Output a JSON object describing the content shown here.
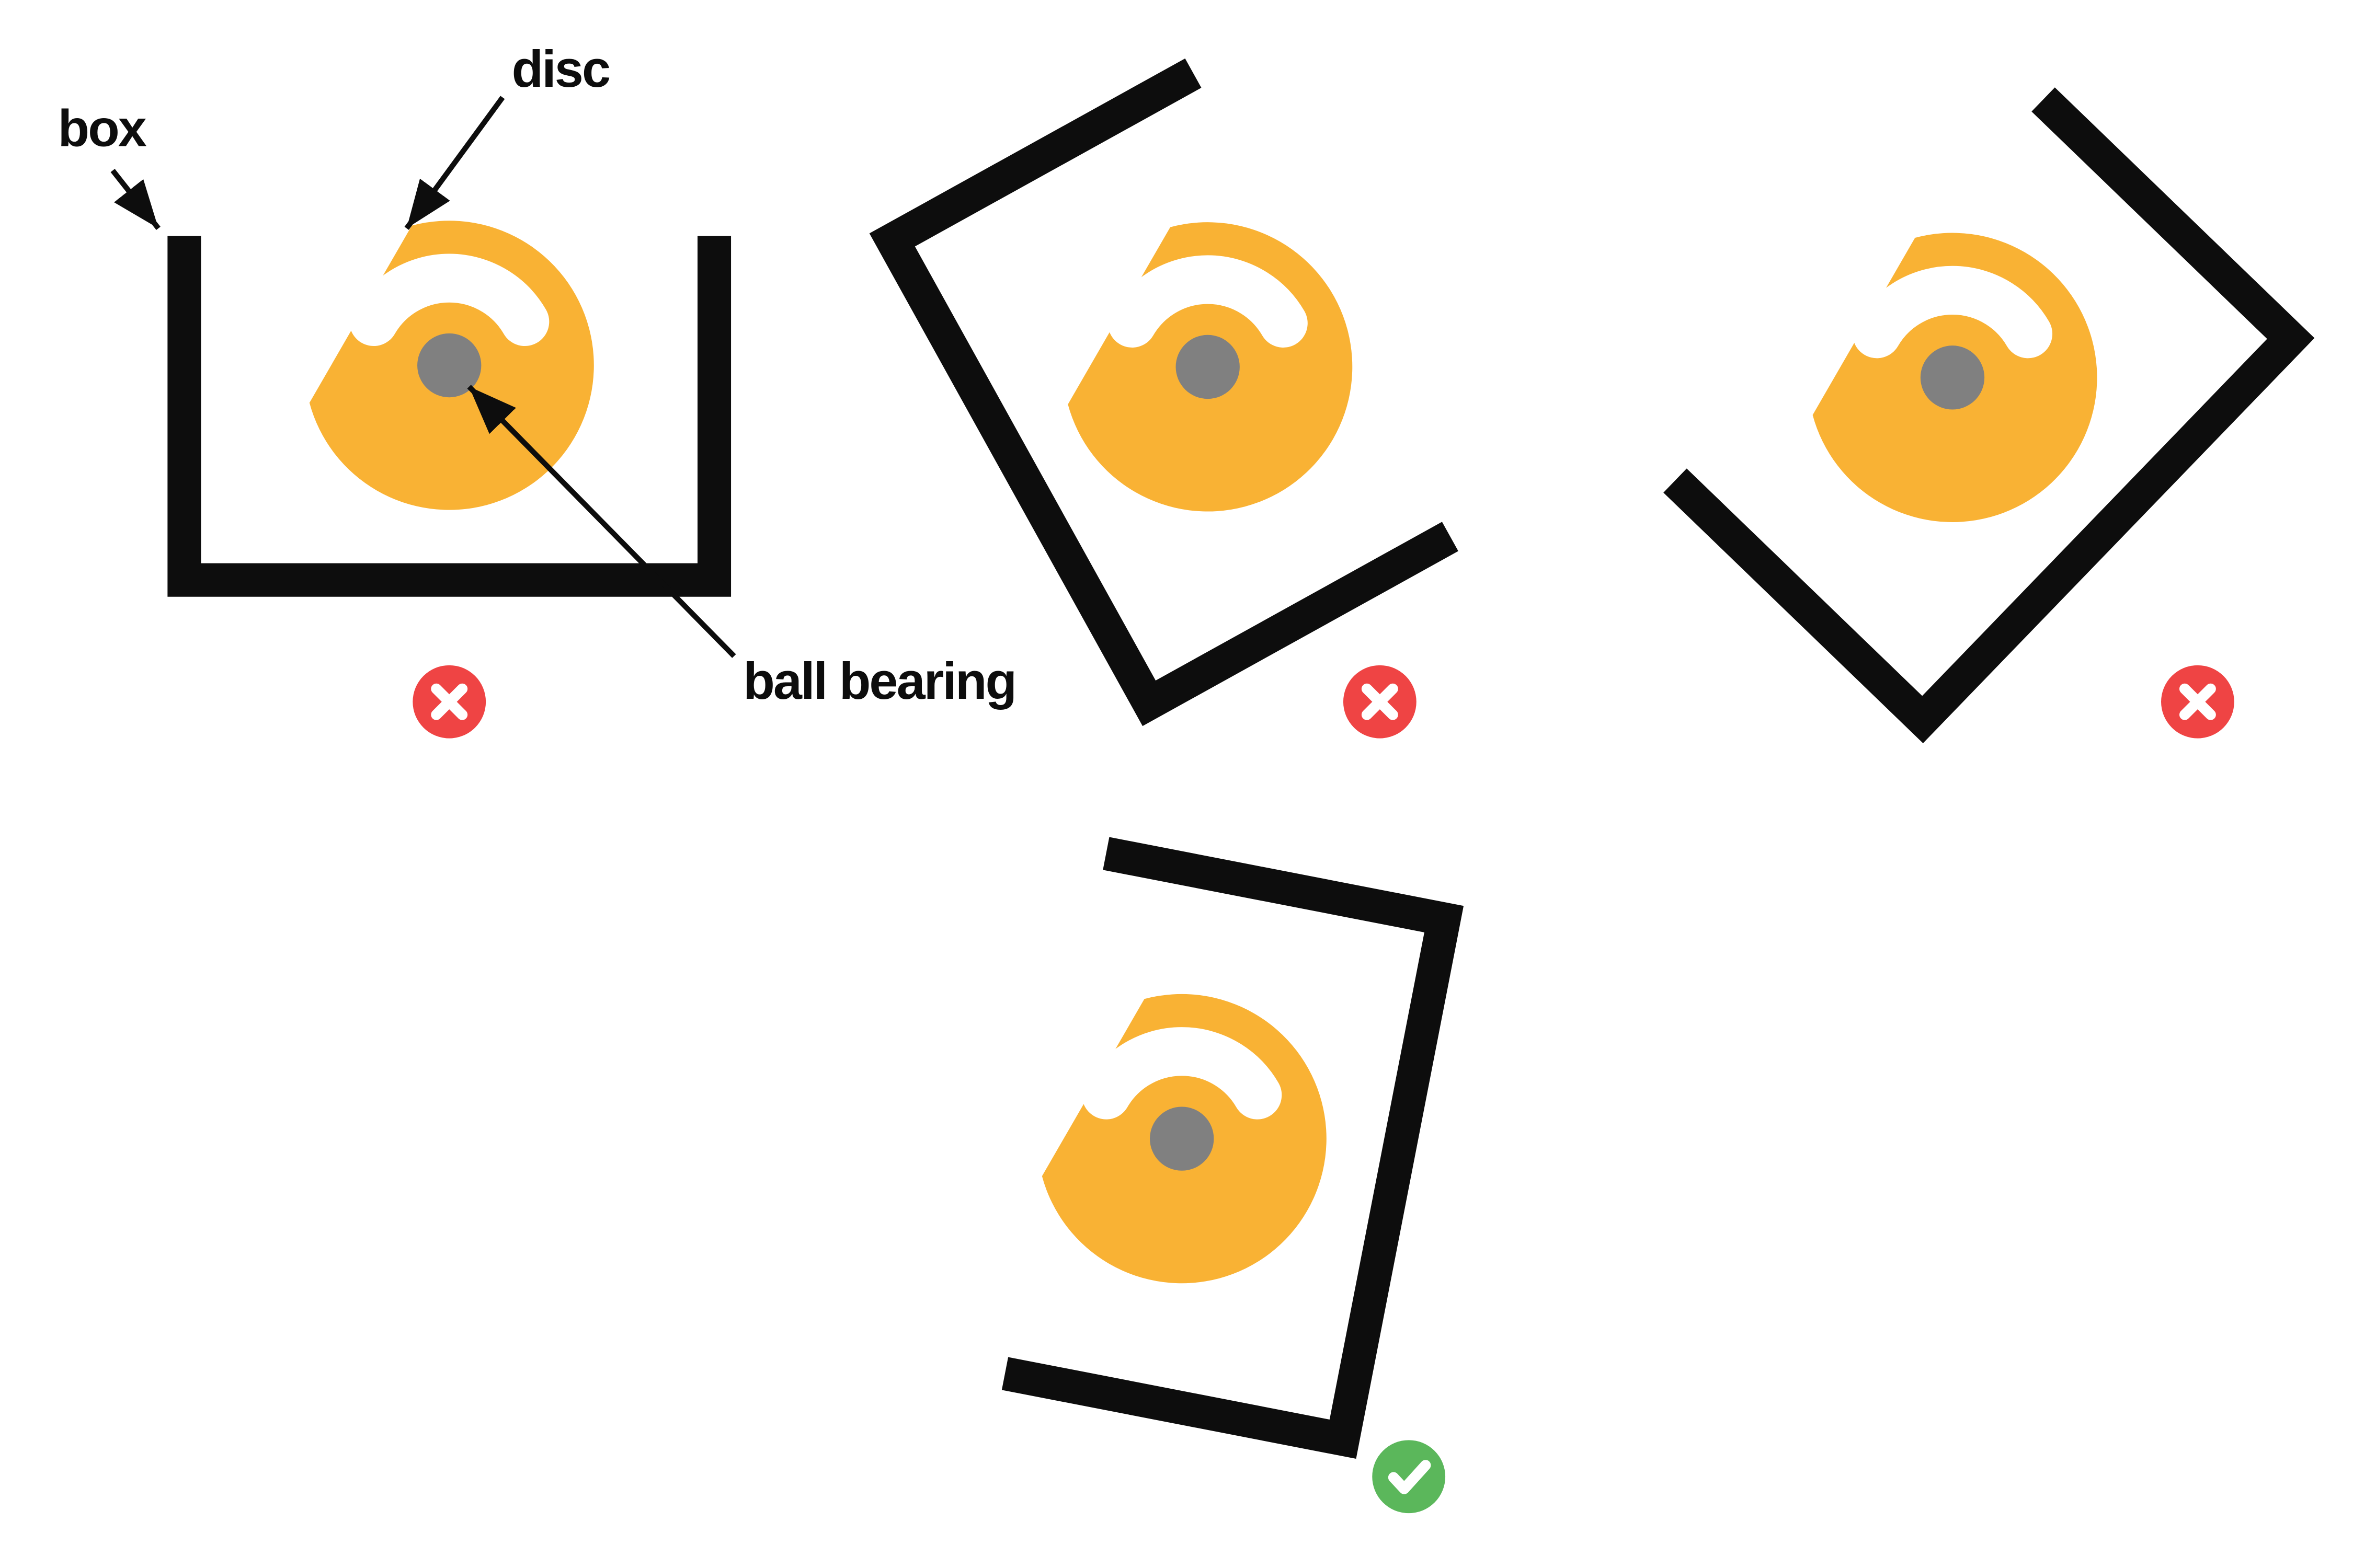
{
  "labels": {
    "box": "box",
    "disc": "disc",
    "ball_bearing": "ball bearing"
  },
  "colors": {
    "disc": "#F9B234",
    "slot": "#FFFFFF",
    "bearing": "#808080",
    "box": "#0d0d0d",
    "incorrect": "#EF4444",
    "correct": "#5BB75B",
    "badge_glyph": "#FFFFFF",
    "background": "#FFFFFF"
  },
  "icons": {
    "incorrect": "cross-icon",
    "correct": "check-icon"
  },
  "panels": [
    {
      "name": "box-upright",
      "result": "incorrect",
      "box_rotation_deg": 0
    },
    {
      "name": "box-rotated-clockwise",
      "result": "incorrect",
      "box_rotation_deg": 61
    },
    {
      "name": "box-rotated-counterclockwise",
      "result": "incorrect",
      "box_rotation_deg": -46
    },
    {
      "name": "box-opening-left",
      "result": "correct",
      "box_rotation_deg": -79
    }
  ]
}
